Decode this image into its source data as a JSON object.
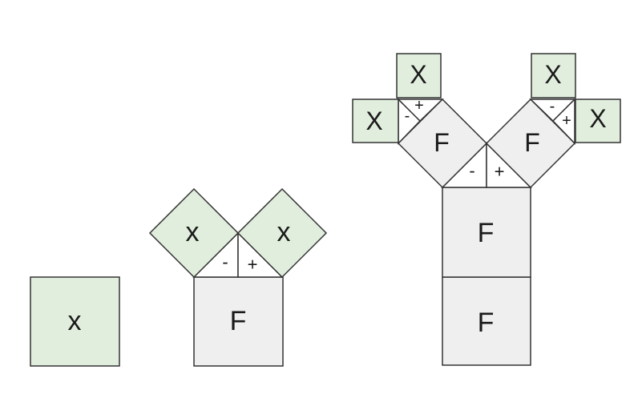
{
  "colors": {
    "x_fill": "#e1eedd",
    "f_fill": "#efefef",
    "white": "#ffffff",
    "stroke": "#333333"
  },
  "labels": {
    "x": "x",
    "X": "X",
    "F": "F",
    "minus": "-",
    "plus": "+"
  }
}
